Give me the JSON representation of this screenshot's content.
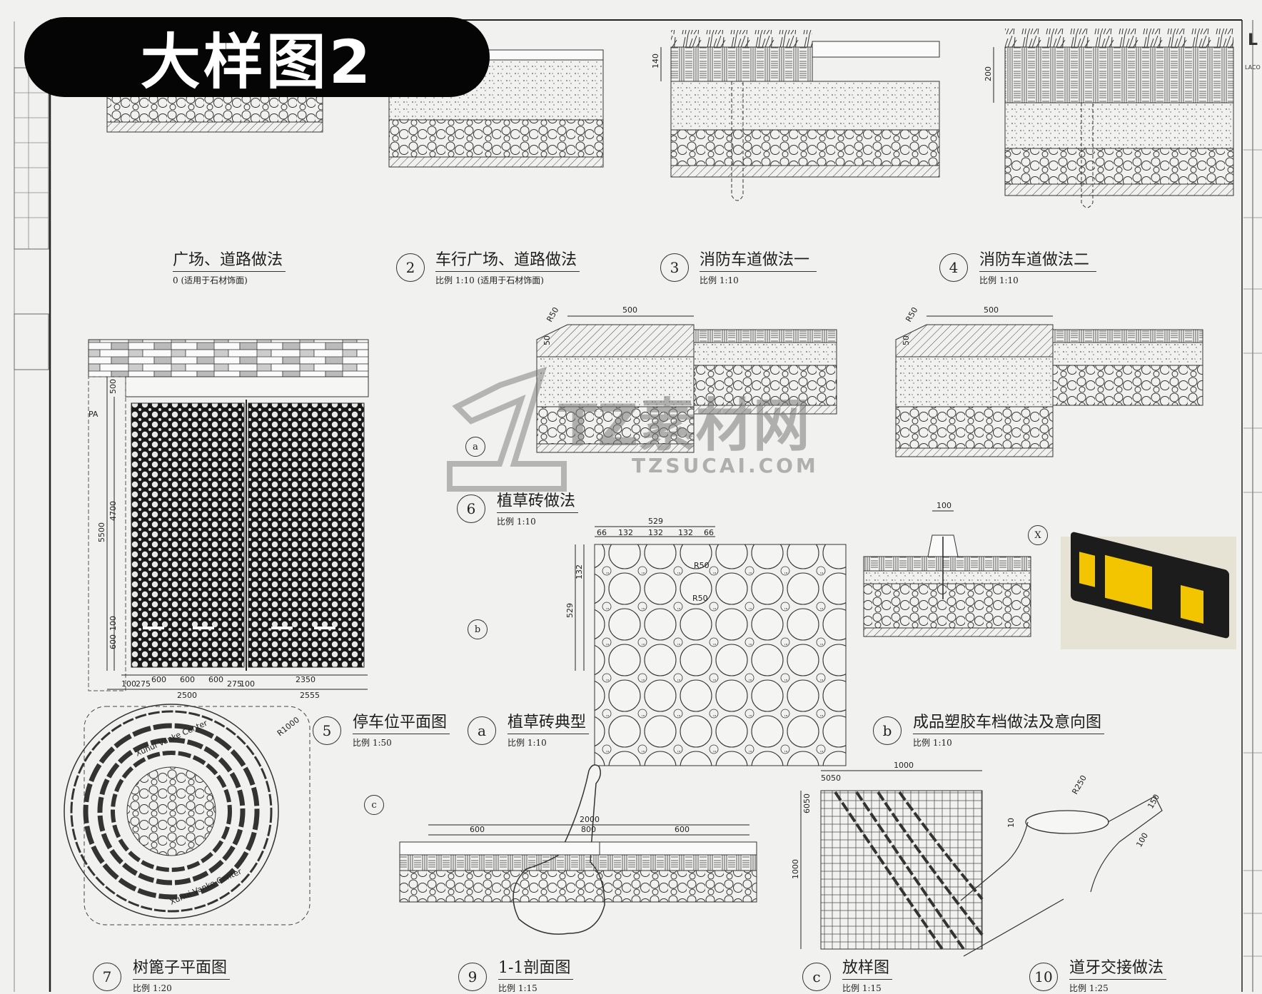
{
  "header": {
    "title": "大样图2"
  },
  "details": [
    {
      "id": "d1",
      "num": "",
      "title": "广场、道路做法",
      "scale": "0      (适用于石材饰面)"
    },
    {
      "id": "d2",
      "num": "2",
      "title": "车行广场、道路做法",
      "scale": "比例 1:10          (适用于石材饰面)"
    },
    {
      "id": "d3",
      "num": "3",
      "title": "消防车道做法一",
      "scale": "比例 1:10"
    },
    {
      "id": "d4",
      "num": "4",
      "title": "消防车道做法二",
      "scale": "比例 1:10"
    },
    {
      "id": "d6",
      "num": "6",
      "title": "植草砖做法",
      "scale": "比例 1:10"
    },
    {
      "id": "d5",
      "num": "5",
      "title": "停车位平面图",
      "scale": "比例 1:50"
    },
    {
      "id": "da",
      "num": "a",
      "title": "植草砖典型",
      "scale": "比例 1:10"
    },
    {
      "id": "db",
      "num": "b",
      "title": "成品塑胶车档做法及意向图",
      "scale": "比例 1:10"
    },
    {
      "id": "d7",
      "num": "7",
      "title": "树篦子平面图",
      "scale": "比例 1:20"
    },
    {
      "id": "d9",
      "num": "9",
      "title": "1-1剖面图",
      "scale": "比例 1:15"
    },
    {
      "id": "dc",
      "num": "c",
      "title": "放样图",
      "scale": "比例 1:15"
    },
    {
      "id": "d10",
      "num": "10",
      "title": "道牙交接做法",
      "scale": "比例 1:25"
    }
  ],
  "markers": {
    "a": "a",
    "b": "b",
    "c": "c",
    "x": "X"
  },
  "watermark": {
    "main": "TZ素材网",
    "sub": "TZSUCAI.COM"
  },
  "dimensions": {
    "d3_h": "140",
    "d4_h": "200",
    "d6_w": "500",
    "d6_r": "R50",
    "d6_h": "50",
    "db_w": "100",
    "p5_500": "500",
    "p5_5500": "5500",
    "p5_4700": "4700",
    "p5_600a": "600",
    "p5_100": "100",
    "p5_pa": "PA",
    "p5_b1": "100",
    "p5_b2": "275",
    "p5_b3": "600",
    "p5_b4": "600",
    "p5_b5": "600",
    "p5_b6": "275",
    "p5_b7": "100",
    "p5_2350": "2350",
    "p5_2500": "2500",
    "p5_2555": "2555",
    "a_529": "529",
    "a_66": "66",
    "a_132": "132",
    "a_r": "R50",
    "t7_r": "R1000",
    "t7_text": "Xuhui Vanke Center",
    "s9_600": "600",
    "s9_2000": "2000",
    "s9_800": "800",
    "c_1000": "1000",
    "c_5050": "5050",
    "c_6050": "6050",
    "t10_r": "R250",
    "t10_150": "150",
    "t10_100": "100",
    "t10_10": "10"
  },
  "right_strip": {
    "logo": "L",
    "label": "LACO"
  }
}
